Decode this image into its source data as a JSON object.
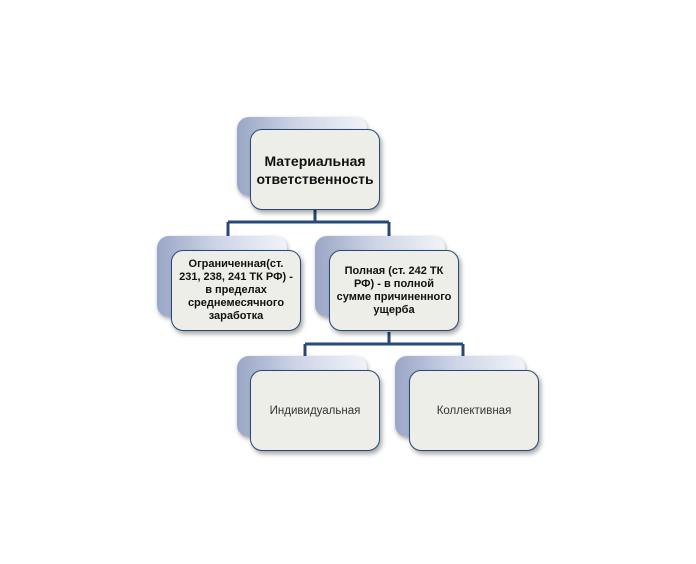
{
  "diagram": {
    "root": {
      "text": "Материальная ответственность"
    },
    "limited": {
      "text": "Ограниченная(ст. 231, 238, 241 ТК РФ)  - в пределах среднемесячного заработка"
    },
    "full": {
      "text": "Полная (ст. 242 ТК РФ) - в полной сумме причиненного ущерба"
    },
    "individual": {
      "text": "Индивидуальная"
    },
    "collective": {
      "text": "Коллективная"
    }
  },
  "colors": {
    "connector": "#27497a",
    "box_fill": "#eeeee8",
    "box_border": "#27497a",
    "back_gradient_left": "#9aa6c6"
  }
}
